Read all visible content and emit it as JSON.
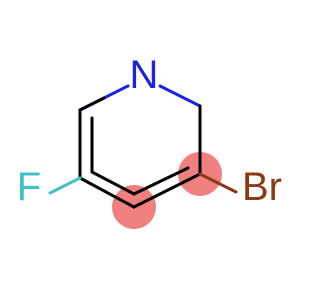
{
  "molecule": {
    "atoms": {
      "nitrogen": {
        "label": "N",
        "color": "#2020e0"
      },
      "fluorine": {
        "label": "F",
        "color": "#40c0c8"
      },
      "bromine": {
        "label": "Br",
        "color": "#8b3a16"
      }
    },
    "bond_color": "#000000",
    "highlight_color": "#f08080"
  }
}
